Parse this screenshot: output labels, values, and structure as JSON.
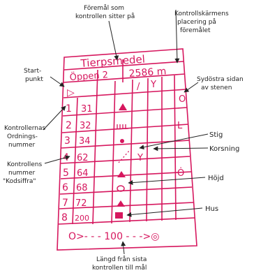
{
  "colors": {
    "ink": "#d6175e",
    "pen": "#222222",
    "paper": "#ffffff"
  },
  "card": {
    "title": "Tierpsmedel",
    "course": "Öppen 2",
    "length": "2586 m",
    "start_symbol": "▷",
    "legs": [
      {
        "order": "1",
        "code": "31",
        "feature": "triangle",
        "detail": ""
      },
      {
        "order": "2",
        "code": "32",
        "feature": "hatch",
        "detail": "L"
      },
      {
        "order": "3",
        "code": "34",
        "feature": "dot",
        "detail": ""
      },
      {
        "order": "4",
        "code": "62",
        "feature": "path",
        "detail": "Y"
      },
      {
        "order": "5",
        "code": "64",
        "feature": "triangle",
        "detail": "Ȯ"
      },
      {
        "order": "6",
        "code": "68",
        "feature": "circle",
        "detail": ""
      },
      {
        "order": "7",
        "code": "72",
        "feature": "triangle",
        "detail": ""
      },
      {
        "order": "8",
        "code": "200",
        "feature": "square",
        "detail": ""
      }
    ],
    "row1_marks": {
      "path": "/",
      "junction": "Y",
      "position": "O"
    },
    "finish_line": "O>- - - 100 - - ->◎"
  },
  "annotations": {
    "feature_top": [
      "Föremål som",
      "kontrollen sitter på"
    ],
    "position_top": [
      "Kontrollskärmens",
      "placering på",
      "föremålet"
    ],
    "start_point": [
      "Start-",
      "punkt"
    ],
    "southeast": [
      "Sydöstra sidan",
      "av stenen"
    ],
    "control_order": [
      "Kontrollernas",
      "Ordnings-",
      "nummer"
    ],
    "control_code": [
      "Kontrollens",
      "nummer",
      "\"Kodsiffra\""
    ],
    "path": "Stig",
    "junction": "Korsning",
    "height": "Höjd",
    "house": "Hus",
    "distance": [
      "Längd från sista",
      "kontrollen till mål"
    ]
  }
}
